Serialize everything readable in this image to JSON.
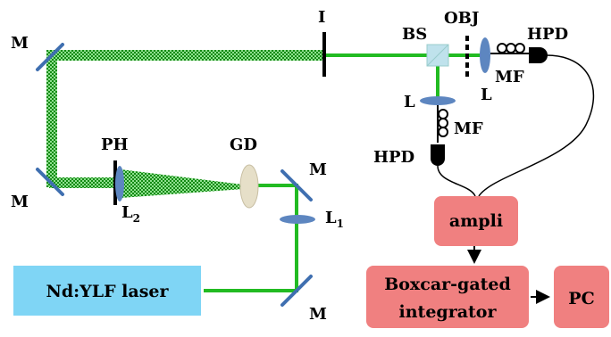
{
  "colors": {
    "beam": "#22bb22",
    "beam_dark": "#138a13",
    "mirror": "#3f6fb0",
    "lens": "#5d86c0",
    "laser_box": "#7fd5f5",
    "electronics_box": "#f08080",
    "wire": "#000000"
  },
  "components": {
    "laser": "Nd:YLF laser",
    "ampli": "ampli",
    "boxcar_line1": "Boxcar-gated",
    "boxcar_line2": "integrator",
    "pc": "PC"
  },
  "labels": {
    "mirror": "M",
    "iris": "I",
    "pinhole": "PH",
    "ground_diffuser": "GD",
    "lens": "L",
    "lens1_main": "L",
    "lens1_sub": "1",
    "lens2_main": "L",
    "lens2_sub": "2",
    "beam_splitter": "BS",
    "objective": "OBJ",
    "photodiode": "HPD",
    "fiber": "MF"
  },
  "icons": {
    "mirror": "mirror-icon",
    "lens": "lens-icon",
    "photodiode": "photodiode-icon",
    "fiber_coil": "fiber-coil-icon"
  }
}
